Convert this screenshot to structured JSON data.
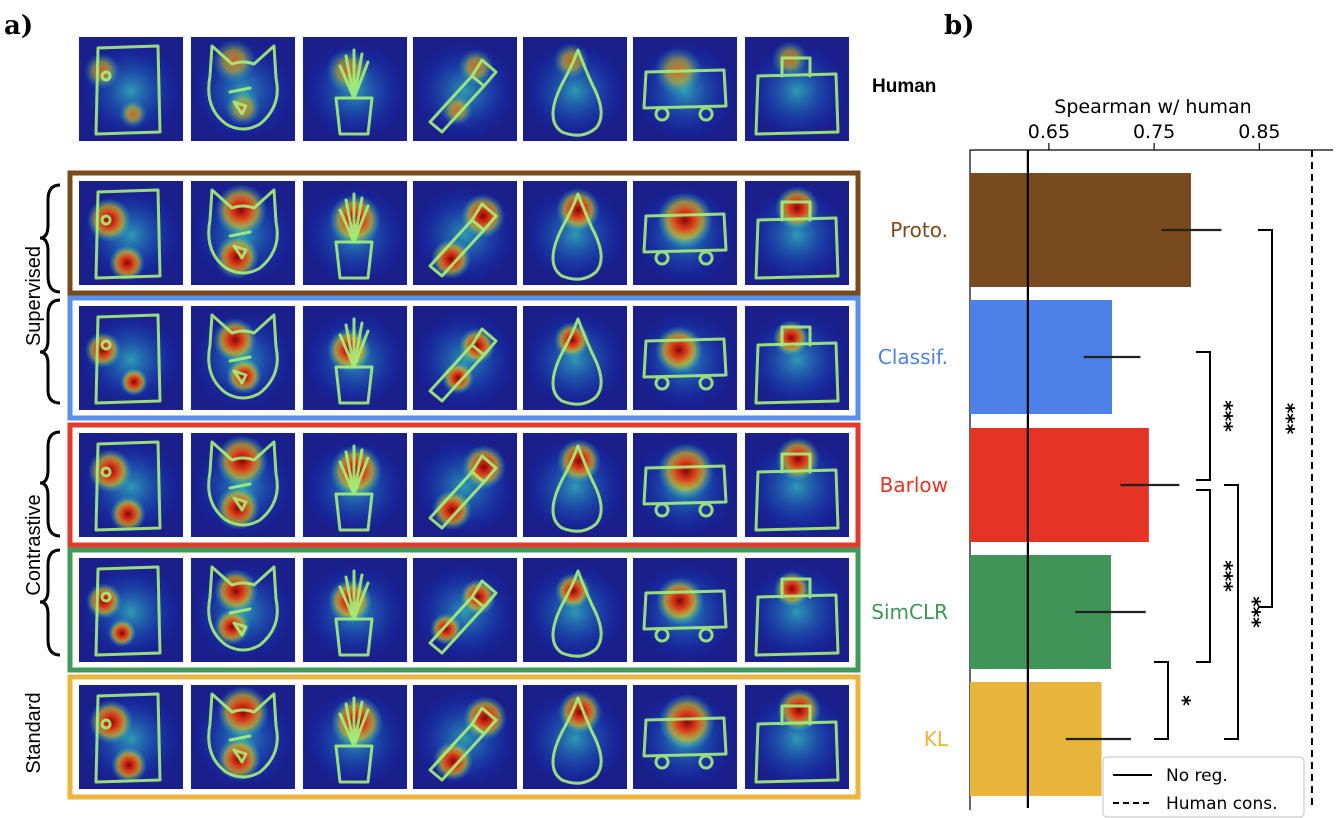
{
  "panel_a": {
    "label": "a)",
    "human_label": "Human",
    "objects": [
      "door",
      "cat",
      "plant",
      "flashlight",
      "pear",
      "cart",
      "bag"
    ],
    "groups": [
      {
        "label": "Supervised",
        "members": [
          "proto",
          "classif"
        ]
      },
      {
        "label": "Contrastive",
        "members": [
          "barlow",
          "simclr"
        ]
      },
      {
        "label": "Standard",
        "members": [
          "kl"
        ]
      }
    ],
    "rows": [
      {
        "key": "human",
        "frame_color": ""
      },
      {
        "key": "proto",
        "frame_color": "#7a4a1f"
      },
      {
        "key": "classif",
        "frame_color": "#5b8fe8"
      },
      {
        "key": "barlow",
        "frame_color": "#e53b2c"
      },
      {
        "key": "simclr",
        "frame_color": "#3f9a5a"
      },
      {
        "key": "kl",
        "frame_color": "#eab53c"
      }
    ]
  },
  "chart_data": {
    "label": "b)",
    "type": "bar",
    "orientation": "horizontal",
    "xlabel": "Spearman w/ human",
    "xticks": [
      0.65,
      0.75,
      0.85
    ],
    "xlim": [
      0.575,
      0.92
    ],
    "categories": [
      "Proto.",
      "Classif.",
      "Barlow",
      "SimCLR",
      "KL"
    ],
    "values": [
      0.785,
      0.71,
      0.745,
      0.709,
      0.7
    ],
    "error_low": [
      0.757,
      0.683,
      0.718,
      0.675,
      0.666
    ],
    "error_high": [
      0.814,
      0.737,
      0.774,
      0.742,
      0.728
    ],
    "colors": [
      "#7a4a1f",
      "#4e81e8",
      "#e53325",
      "#3f9457",
      "#e8b53c"
    ],
    "reference_lines": {
      "no_reg": {
        "value": 0.63,
        "label": "No reg."
      },
      "human_cons": {
        "value": 0.9,
        "label": "Human cons."
      }
    },
    "significance": [
      {
        "between": [
          "Classif.",
          "Barlow"
        ],
        "text": "***"
      },
      {
        "between": [
          "Proto.",
          "SimCLR"
        ],
        "text": "***"
      },
      {
        "between": [
          "Barlow",
          "SimCLR"
        ],
        "text": "***"
      },
      {
        "between": [
          "Barlow",
          "KL"
        ],
        "text": "***"
      },
      {
        "between": [
          "SimCLR",
          "KL"
        ],
        "text": "*"
      }
    ],
    "legend_position": "lower-right"
  }
}
